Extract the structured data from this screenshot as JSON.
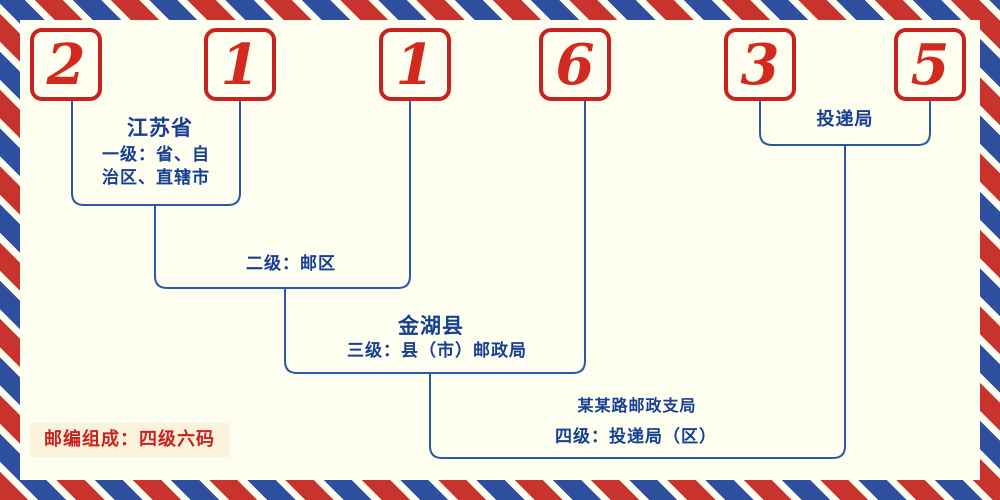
{
  "postal_code": {
    "digits": [
      "2",
      "1",
      "1",
      "6",
      "3",
      "5"
    ]
  },
  "labels": {
    "province": "江苏省",
    "level1_line1": "一级：省、自",
    "level1_line2": "治区、直辖市",
    "level2": "二级：邮区",
    "county": "金湖县",
    "level3": "三级：县（市）邮政局",
    "branch": "某某路邮政支局",
    "level4": "四级：投递局（区）",
    "delivery_office": "投递局",
    "footer": "邮编组成：四级六码"
  },
  "colors": {
    "red": "#c8241f",
    "digit_red": "#d22a1e",
    "blue_text": "#173f92",
    "line_blue": "#2b57a5",
    "background": "#fdfdf0",
    "stripe_red": "#c8332e",
    "stripe_blue": "#2e4f9e",
    "footer_bg": "#fbf2dc"
  }
}
